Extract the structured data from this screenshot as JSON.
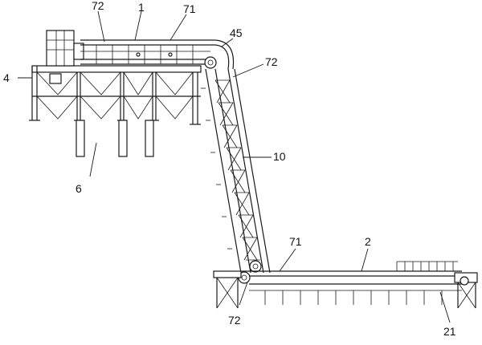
{
  "labels": {
    "l1": "1",
    "l2": "2",
    "l4": "4",
    "l6": "6",
    "l10": "10",
    "l21": "21",
    "l45": "45",
    "l71_top": "71",
    "l71_bottom": "71",
    "l72_topleft": "72",
    "l72_right": "72",
    "l72_bottom": "72"
  }
}
